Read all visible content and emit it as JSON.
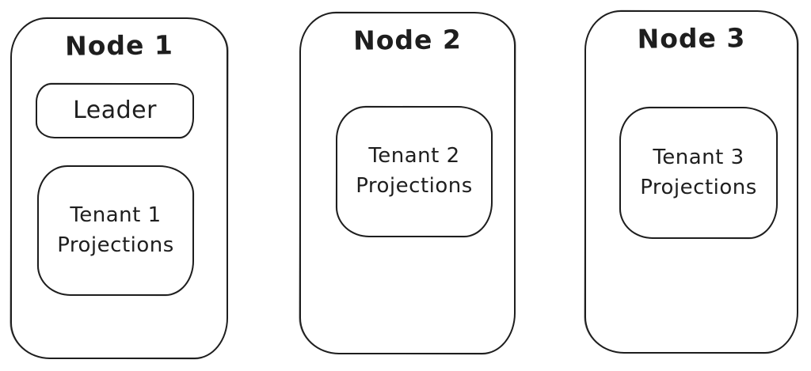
{
  "diagram": {
    "background_color": "#ffffff",
    "stroke_color": "#1e1e1e",
    "style": "hand-drawn sketch",
    "nodes": [
      {
        "title": "Node 1",
        "leader_label": "Leader",
        "projections_label": "Tenant 1\nProjections"
      },
      {
        "title": "Node 2",
        "projections_label": "Tenant 2\nProjections"
      },
      {
        "title": "Node 3",
        "projections_label": "Tenant 3\nProjections"
      }
    ]
  }
}
